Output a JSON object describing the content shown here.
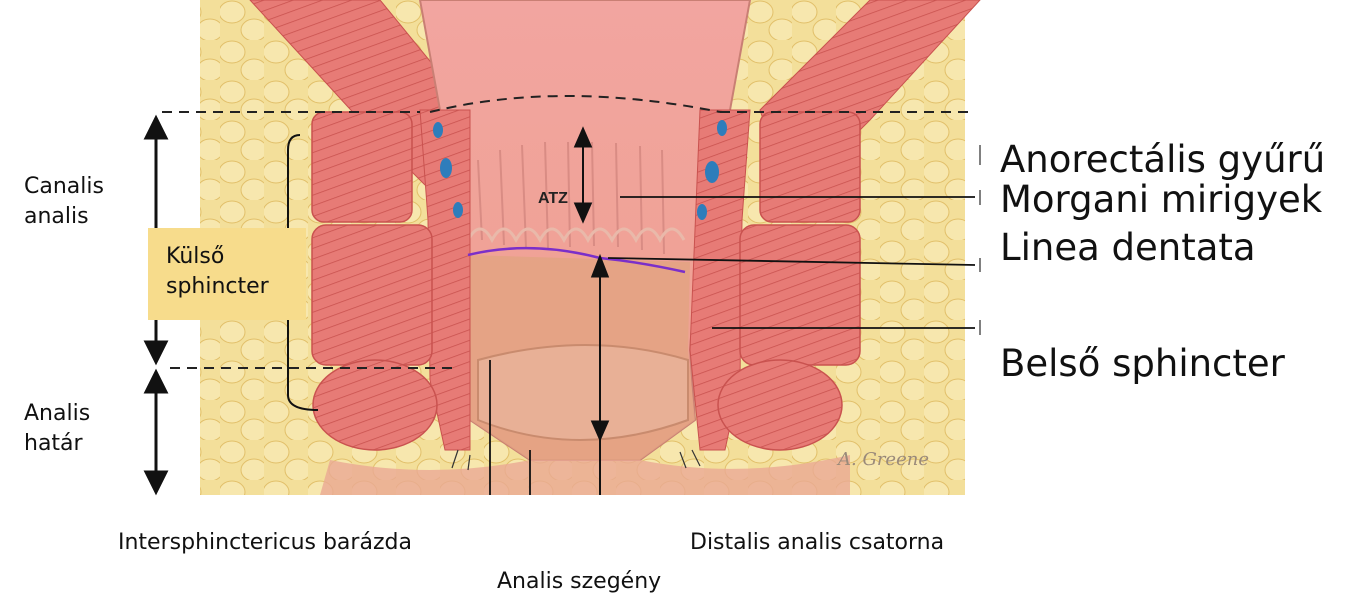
{
  "labels": {
    "anorectal_ring": "Anorectális gyűrű",
    "morgagni_glands": "Morgani mirigyek",
    "dentate_line": "Linea dentata",
    "internal_sphincter": "Belső sphincter",
    "canalis_analis": "Canalis\nanalis",
    "external_sphincter": "Külső\nsphincter",
    "analis_hatar": "Analis\nhatár",
    "intersphincteric_groove": "Intersphinctericus barázda",
    "distal_anal_canal": "Distalis analis csatorna",
    "anal_verge": "Analis szegény",
    "atz": "ATZ",
    "signature": "A. Greene"
  },
  "colors": {
    "fat": "#f3df9a",
    "muscle": "#e77b76",
    "mucosa": "#f0a497",
    "canal_skin": "#e3a383",
    "dentate_line": "#7b2fc9",
    "label_box": "#f7dc8c"
  }
}
